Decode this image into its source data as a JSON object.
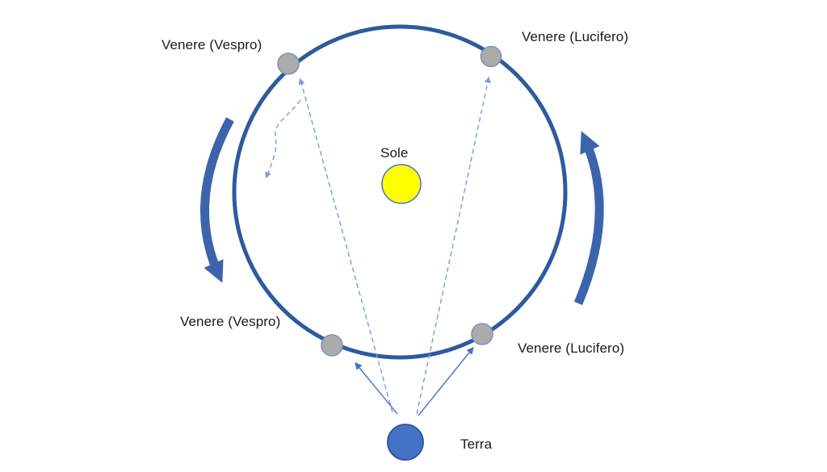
{
  "diagram": {
    "description": "Orbit of Venus around the Sun as seen from Earth (evening star / morning star)",
    "labels": {
      "venus_evening_top": "Venere (Vespro)",
      "venus_morning_top": "Venere (Lucifero)",
      "venus_evening_bottom": "Venere (Vespro)",
      "venus_morning_bottom": "Venere (Lucifero)",
      "sun": "Sole",
      "earth": "Terra"
    },
    "colors": {
      "background": "#FFFFFF",
      "orbit_stroke": "#2E5A9E",
      "sun_fill": "#FFFF00",
      "sun_stroke": "#4472C4",
      "venus_fill": "#ABABAB",
      "venus_stroke": "#8293B8",
      "earth_fill": "#4472C4",
      "earth_stroke": "#2F5597",
      "rotation_arrow": "#3C64AC",
      "sightline_dashed": "#7B9CDB",
      "sightline_solid": "#4472C4",
      "label_text": "#1A1A1A"
    }
  }
}
